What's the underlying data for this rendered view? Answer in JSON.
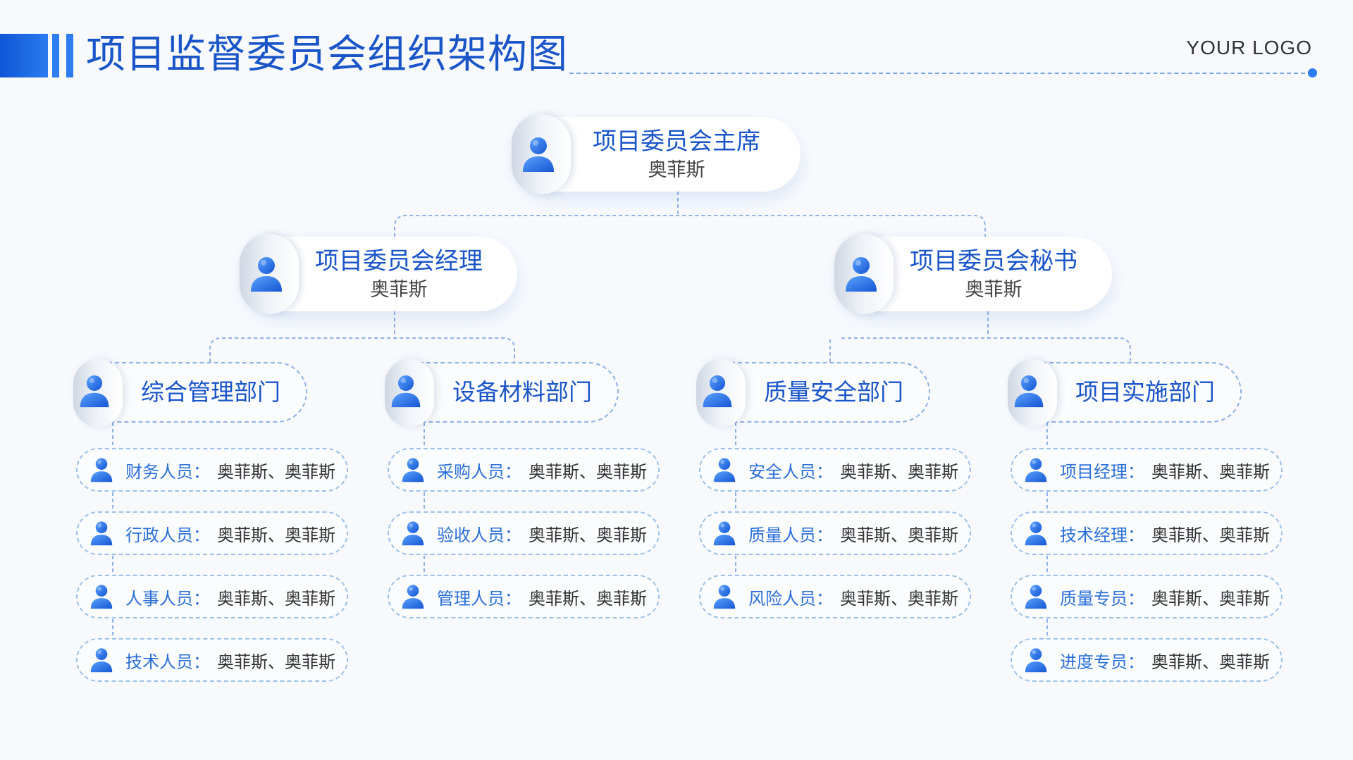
{
  "header": {
    "title": "项目监督委员会组织架构图",
    "logo": "YOUR LOGO"
  },
  "chair": {
    "role": "项目委员会主席",
    "person": "奥菲斯"
  },
  "manager": {
    "role": "项目委员会经理",
    "person": "奥菲斯"
  },
  "secretary": {
    "role": "项目委员会秘书",
    "person": "奥菲斯"
  },
  "colon": "：",
  "departments": [
    {
      "name": "综合管理部门",
      "members": [
        {
          "role": "财务人员",
          "people": "奥菲斯、奥菲斯"
        },
        {
          "role": "行政人员",
          "people": "奥菲斯、奥菲斯"
        },
        {
          "role": "人事人员",
          "people": "奥菲斯、奥菲斯"
        },
        {
          "role": "技术人员",
          "people": "奥菲斯、奥菲斯"
        }
      ]
    },
    {
      "name": "设备材料部门",
      "members": [
        {
          "role": "采购人员",
          "people": "奥菲斯、奥菲斯"
        },
        {
          "role": "验收人员",
          "people": "奥菲斯、奥菲斯"
        },
        {
          "role": "管理人员",
          "people": "奥菲斯、奥菲斯"
        }
      ]
    },
    {
      "name": "质量安全部门",
      "members": [
        {
          "role": "安全人员",
          "people": "奥菲斯、奥菲斯"
        },
        {
          "role": "质量人员",
          "people": "奥菲斯、奥菲斯"
        },
        {
          "role": "风险人员",
          "people": "奥菲斯、奥菲斯"
        }
      ]
    },
    {
      "name": "项目实施部门",
      "members": [
        {
          "role": "项目经理",
          "people": "奥菲斯、奥菲斯"
        },
        {
          "role": "技术经理",
          "people": "奥菲斯、奥菲斯"
        },
        {
          "role": "质量专员",
          "people": "奥菲斯、奥菲斯"
        },
        {
          "role": "进度专员",
          "people": "奥菲斯、奥菲斯"
        }
      ]
    }
  ],
  "icons": {
    "person": "user-icon"
  },
  "colors": {
    "primary": "#1a55c8",
    "accent": "#2d7df0",
    "dashed": "#8fb2e6"
  }
}
